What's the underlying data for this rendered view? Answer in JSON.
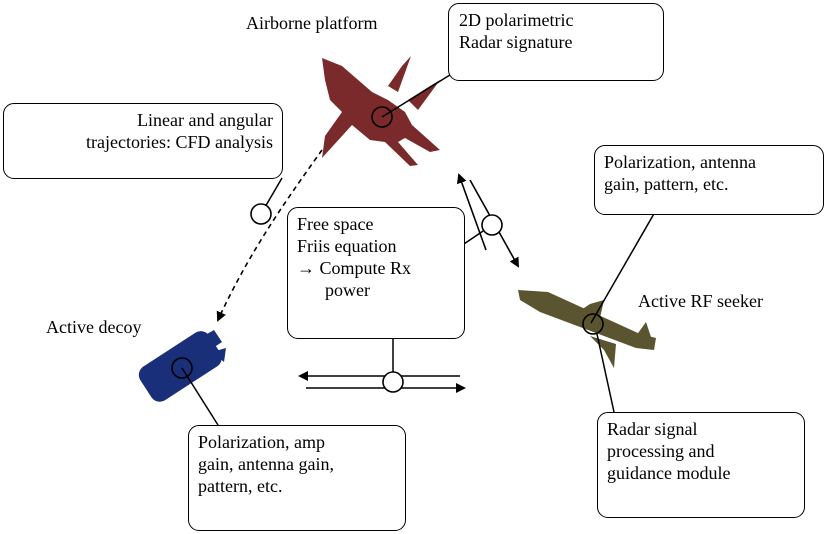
{
  "labels": {
    "airborne_platform": "Airborne platform",
    "active_decoy": "Active decoy",
    "active_rf_seeker": "Active RF seeker"
  },
  "boxes": {
    "radar_signature": [
      "2D polarimetric",
      "Radar signature"
    ],
    "trajectories": [
      "Linear and angular",
      "trajectories: CFD analysis"
    ],
    "seeker_polarization": [
      "Polarization, antenna",
      "gain, pattern, etc."
    ],
    "free_space": [
      "Free space",
      "Friis equation",
      "→ Compute Rx",
      "power"
    ],
    "decoy_polarization": [
      "Polarization, amp",
      "gain, antenna gain,",
      "pattern, etc."
    ],
    "signal_processing": [
      "Radar signal",
      "processing and",
      "guidance module"
    ]
  },
  "colors": {
    "aircraft": "#7a2a2a",
    "decoy": "#1a2f7a",
    "missile": "#5a5530",
    "line": "#000000"
  }
}
